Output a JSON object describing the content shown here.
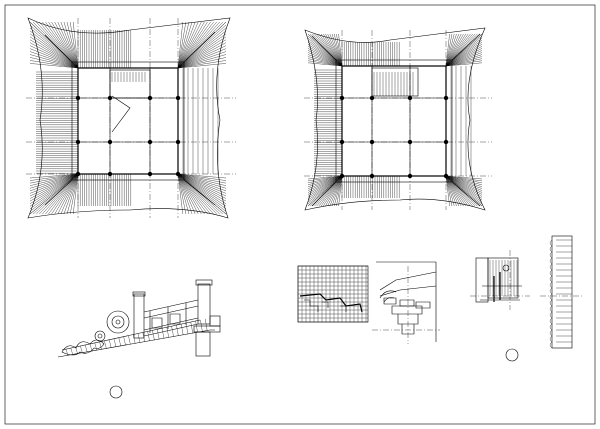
{
  "drawing": {
    "sheet_title": "",
    "views": [
      {
        "id": "plan-left",
        "kind": "roof-plan"
      },
      {
        "id": "plan-right",
        "kind": "roof-plan"
      },
      {
        "id": "stair-elevation",
        "kind": "elevation"
      },
      {
        "id": "bracket-details",
        "kind": "detail"
      },
      {
        "id": "eave-section",
        "kind": "section"
      }
    ],
    "colors": {
      "ink": "#000000",
      "paper": "#ffffff"
    }
  }
}
